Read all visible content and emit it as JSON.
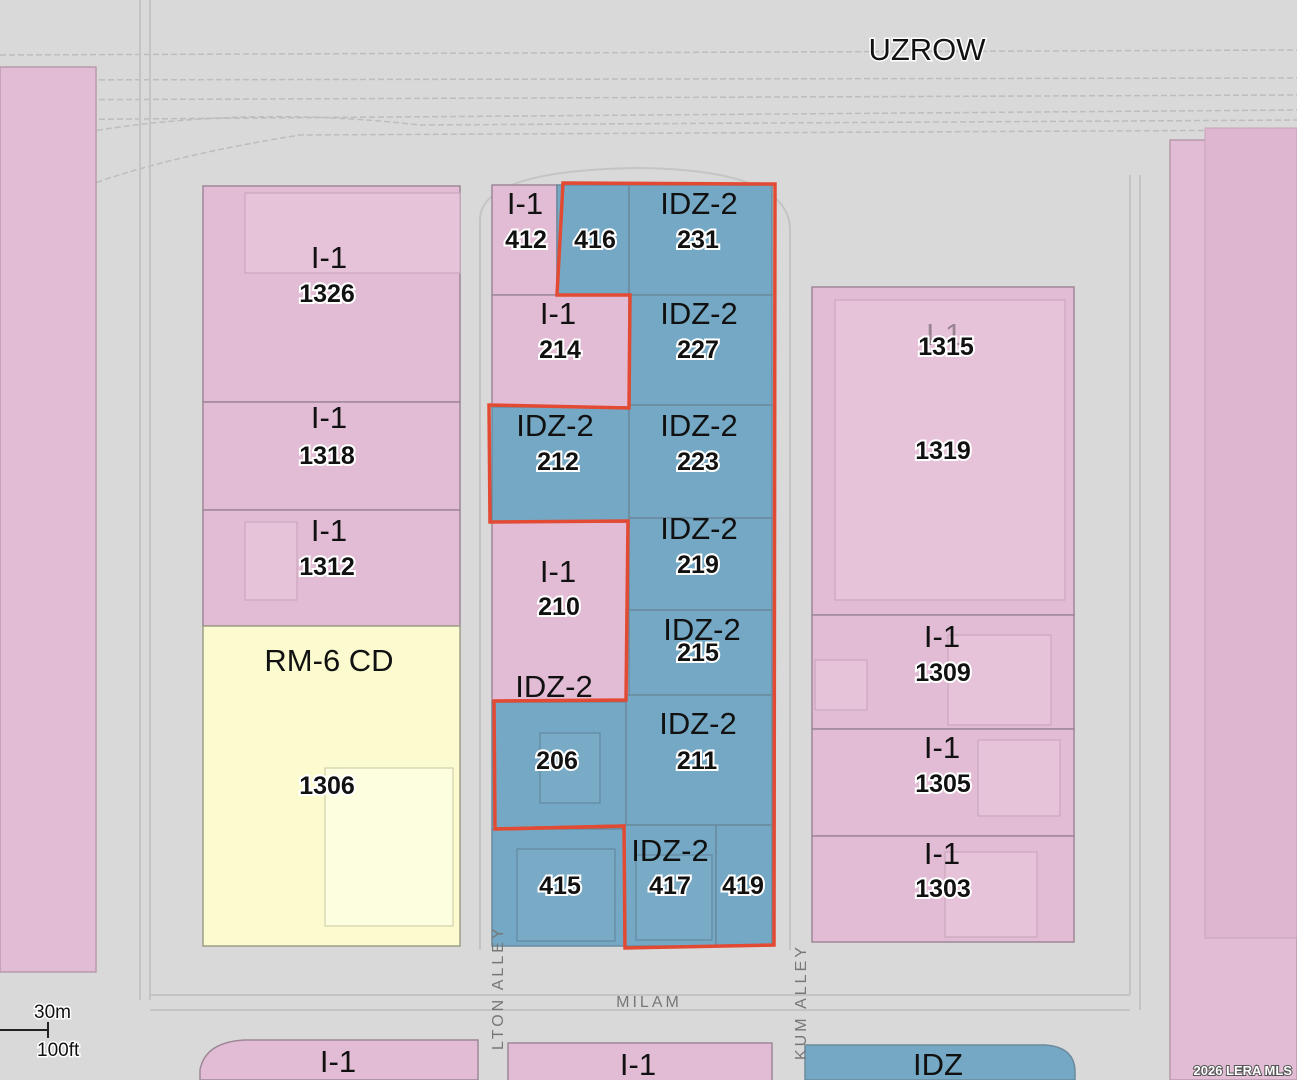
{
  "map": {
    "road_label": "UZROW",
    "credit": "2026 LERA MLS",
    "scale": {
      "metric": "30m",
      "imperial": "100ft"
    },
    "streets": {
      "bottom": "MILAM",
      "left_alley": "LTON ALLEY",
      "right_alley": "KUM ALLEY"
    },
    "colors": {
      "industrial": "#e2bcd4",
      "idz": "#75a8c4",
      "residential": "#fbfbcf",
      "background": "#d9d9d9",
      "boundary": "#e24a33"
    },
    "parcels": {
      "p1326": {
        "zone": "I-1",
        "number": "1326"
      },
      "p1318": {
        "zone": "I-1",
        "number": "1318"
      },
      "p1312": {
        "zone": "I-1",
        "number": "1312"
      },
      "p1306": {
        "zone": "RM-6 CD",
        "number": "1306"
      },
      "p412": {
        "zone": "I-1",
        "number": "412"
      },
      "p416": {
        "zone": "",
        "number": "416"
      },
      "p231": {
        "zone": "IDZ-2",
        "number": "231"
      },
      "p214": {
        "zone": "I-1",
        "number": "214"
      },
      "p227": {
        "zone": "IDZ-2",
        "number": "227"
      },
      "p212": {
        "zone": "IDZ-2",
        "number": "212"
      },
      "p223": {
        "zone": "IDZ-2",
        "number": "223"
      },
      "p210": {
        "zone": "I-1",
        "number": "210"
      },
      "p219": {
        "zone": "IDZ-2",
        "number": "219"
      },
      "p215": {
        "zone": "IDZ-2",
        "number": "215"
      },
      "p206": {
        "zone": "IDZ-2",
        "number": "206"
      },
      "p211": {
        "zone": "IDZ-2",
        "number": "211"
      },
      "p415": {
        "zone": "",
        "number": "415"
      },
      "p417": {
        "zone": "IDZ-2",
        "number": "417"
      },
      "p419": {
        "zone": "",
        "number": "419"
      },
      "p1315": {
        "zone": "I-1",
        "number": "1315"
      },
      "p1319": {
        "zone": "",
        "number": "1319"
      },
      "p1309": {
        "zone": "I-1",
        "number": "1309"
      },
      "p1305": {
        "zone": "I-1",
        "number": "1305"
      },
      "p1303": {
        "zone": "I-1",
        "number": "1303"
      },
      "bottom_left": {
        "zone": "I-1"
      },
      "bottom_mid": {
        "zone": "I-1"
      },
      "bottom_right": {
        "zone": "IDZ"
      }
    }
  }
}
